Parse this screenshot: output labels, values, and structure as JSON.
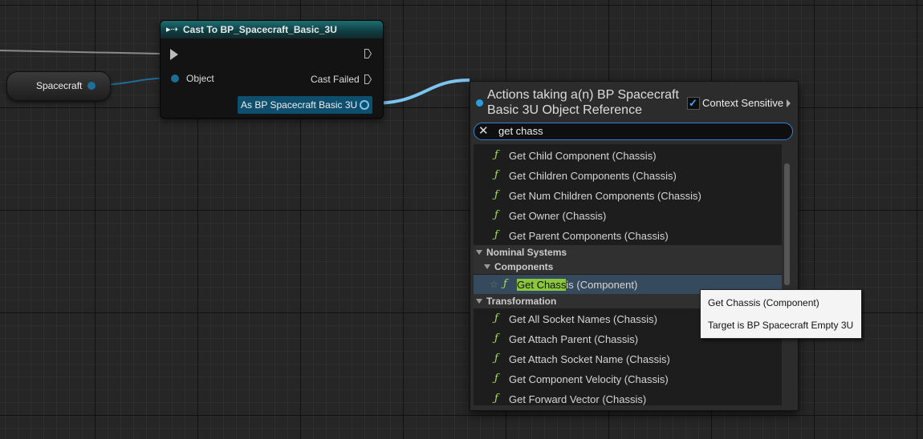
{
  "var_node": {
    "label": "Spacecraft"
  },
  "cast_node": {
    "title": "Cast To BP_Spacecraft_Basic_3U",
    "object_label": "Object",
    "cast_failed_label": "Cast Failed",
    "as_label": "As BP Spacecraft Basic 3U"
  },
  "menu": {
    "title": "Actions taking a(n) BP Spacecraft Basic 3U Object Reference",
    "context_label": "Context Sensitive",
    "context_checked": true,
    "search_value": "get chass",
    "items_top": [
      "Get Child Component (Chassis)",
      "Get Children Components (Chassis)",
      "Get Num Children Components (Chassis)",
      "Get Owner (Chassis)",
      "Get Parent Components (Chassis)"
    ],
    "category_nominal": "Nominal Systems",
    "category_components": "Components",
    "selected_item": {
      "match": "Get Chass",
      "rest": "is (Component)"
    },
    "category_transformation": "Transformation",
    "items_transform": [
      "Get All Socket Names (Chassis)",
      "Get Attach Parent (Chassis)",
      "Get Attach Socket Name (Chassis)",
      "Get Component Velocity (Chassis)",
      "Get Forward Vector (Chassis)"
    ],
    "function_glyph": "ƒ"
  },
  "tooltip": {
    "line1": "Get Chassis (Component)",
    "line2": "Target is BP Spacecraft Empty 3U"
  },
  "colors": {
    "accent": "#2f82d6",
    "match_highlight": "#8cc63f",
    "cast_header": "#1d6e72",
    "wire": "#7cc4f0"
  }
}
